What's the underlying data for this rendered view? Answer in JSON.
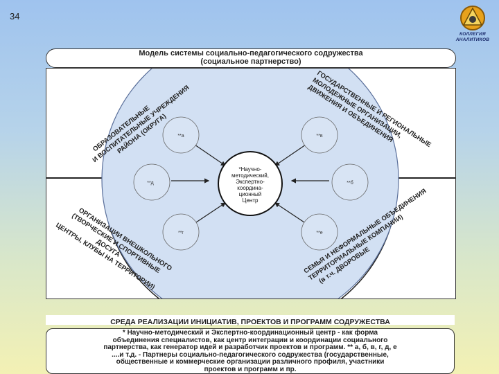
{
  "slide_number": "34",
  "logo": {
    "line1": "КОЛЛЕГИЯ",
    "line2": "АНАЛИТИКОВ"
  },
  "title": {
    "line1": "Модель системы социально-педагогического содружества",
    "line2": "(социальное партнерство)"
  },
  "sectors": {
    "top_left": [
      "ОБРАЗОВАТЕЛЬНЫЕ",
      "И ВОСПИТАТЕЛЬНЫЕ УЧРЕЖДЕНИЯ",
      "РАЙОНА (ОКРУГА)"
    ],
    "top_right": [
      "ГОСУДАРСТВЕННЫЕ И РЕГИОНАЛЬНЫЕ",
      "МОЛОДЕЖНЫЕ ОРГАНИЗАЦИИ,",
      "ДВИЖЕНИЯ И ОБЪЕДИНЕНИЯ"
    ],
    "bottom_left": [
      "ОРГАНИЗАЦИИ ВНЕШКОЛЬНОГО",
      "(ТВОРЧЕСКИЕ И СПОРТИВНЫЕ",
      "ДОСУГА",
      "ЦЕНТРЫ, КЛУБЫ НА ТЕРРИТОРИИ)"
    ],
    "bottom_right": [
      "СЕМЬЯ И НЕФОРМАЛЬНЫЕ ОБЪЕДИНЕНИЯ",
      "ТЕРРИТОРИАЛЬНЫЕ КОМПАНИИ)",
      "(в т.ч. ДВОРОВЫЕ"
    ]
  },
  "center": {
    "lines": [
      "*Научно-",
      "методический,",
      "Экспертно-",
      "координа-",
      "ционный",
      "Центр"
    ]
  },
  "nodes": [
    "**а",
    "**в",
    "**д",
    "**б",
    "**г",
    "**е"
  ],
  "sreda": "СРЕДА РЕАЛИЗАЦИИ ИНИЦИАТИВ, ПРОЕКТОВ И ПРОГРАММ СОДРУЖЕСТВА",
  "notes": [
    "* Научно-методический и Экспертно-координационный центр - как форма",
    "объединения специалистов, как центр интеграции и координации социального",
    "партнерства, как генератор идей и разработчик проектов и программ. ** а, б, в, г, д, е",
    "....и т.д. - Партнеры социально-педагогического содружества (государственные,",
    "общественные и коммерческие организации различного профиля, участники",
    "проектов и программ и пр."
  ]
}
